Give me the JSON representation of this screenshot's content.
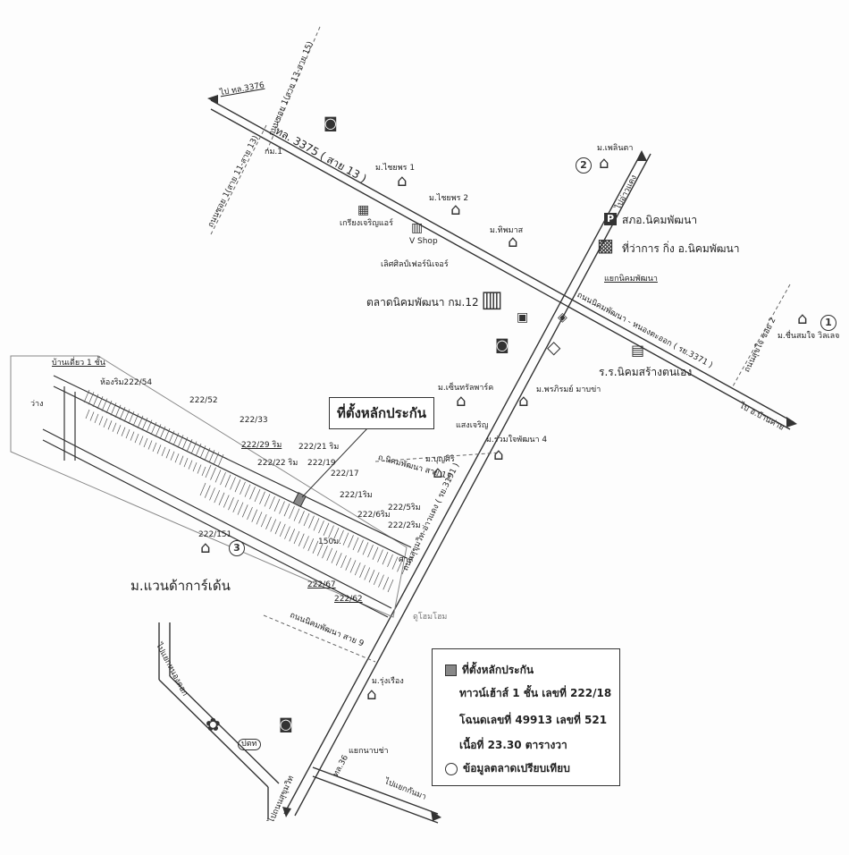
{
  "roads": {
    "hwy_3375": "ทล. 3375 ( สาย 13 )",
    "to_3376": "ไป ทล.3376",
    "km1": "กม.1",
    "soi_13_15": "ถนนซอย 1(สาย 13-สาย 15)",
    "soi_11_13": "ถนนซอย 1(สาย 11-สาย 13)",
    "to_ao_kaeng": "ไปอ่าวแดง",
    "junction": "แยกนิคมพัฒนา",
    "nikom_nongtaot": "ถนนนิคมพัฒนา - หนองตะออก ( รย.3371 )",
    "sukjai_soi2": "ถนนสุขใจ ซอย 2",
    "to_ban_khai": "ไป อ.บ้านค่าย",
    "main_road": "ถนนสุขุมวิท-อ่าวแดง ( รย.3191 )",
    "nikom_soi11": "ถ.นิคมพัฒนา สาย 11",
    "nikom_line9": "ถนนนิคมพัฒนา สาย 9",
    "to_nongkok": "ไปแยกหนองคอก",
    "junction_nabchak": "แยกนาบช่า",
    "sukhumvit": "ไปถนนสุขุมวิท",
    "hwy_36": "ทล.36",
    "to_kan_ma": "ไปแยกกันมา"
  },
  "places": {
    "m_plernta": "ม.เพลินตา",
    "m_chaiyaporn1": "ม.ไชยพร 1",
    "m_chaiyaporn2": "ม.ไชยพร 2",
    "m_tippamas": "ม.ทิพมาส",
    "kriangchai": "เกรียงเจริญแอร์",
    "vshop": "V Shop",
    "furniture": "เลิศศิลป์เฟอร์นิเจอร์",
    "police": "สภอ.นิคมพัฒนา",
    "district_office": "ที่ว่าการ กิ่ง อ.นิคมพัฒนา",
    "market": "ตลาดนิคมพัฒนา กม.12",
    "m_chuensamjai": "ม.ชื่นสมใจ วิลเลจ",
    "school": "ร.ร.นิคมสร้างตนเอง",
    "m_central_park": "ม.เซ็นทรัลพาร์ค",
    "m_prapirom": "ม.พรภิรมย์ มาบข่า",
    "saengcharoen": "แสงเจริญ",
    "m_ruamjai4": "ม.ร่วมใจพัฒนา 4",
    "m_boonsiri": "ม.บุญศิริ",
    "m_garden": "ม.แวนด้าการ์เด้น",
    "m_rungruang": "ม.รุ่งเรือง",
    "ptt": "ปตท",
    "shell": "Shell",
    "dookong": "ดูโฮมโฮม"
  },
  "plots": {
    "house1": "บ้านเดี่ยว 1 ชั้น",
    "vacant": "ว่าง",
    "p54": "ห้องริม222/54",
    "p52": "222/52",
    "p33": "222/33",
    "p29": "222/29 ริม",
    "p21": "222/21 ริม",
    "p22": "222/22 ริม",
    "p19": "222/19",
    "p17": "222/17",
    "p1": "222/1ริม",
    "p6": "222/6ริม",
    "p5": "222/5ริม",
    "p2": "222/2ริม",
    "p151": "222/151",
    "p67": "222/67",
    "p62": "222/62",
    "dist150": "150ม.",
    "sala": "ศาล"
  },
  "markers": {
    "m1": "1",
    "m2": "2",
    "m3": "3",
    "p": "P"
  },
  "callout": "ที่ตั้งหลักประกัน",
  "legend": {
    "site": "ที่ตั้งหลักประกัน",
    "desc": "ทาวน์เฮ้าส์ 1 ชั้น เลขที่ 222/18",
    "deed": "โฉนดเลขที่ 49913 เลขที่ 521",
    "area": "เนื้อที่ 23.30 ตารางวา",
    "compare": "ข้อมูลตลาดเปรียบเทียบ"
  },
  "icons": {
    "house": "house-icon",
    "ptt": "ptt-station-icon",
    "shell": "shell-icon",
    "market": "market-building-icon",
    "office": "government-office-icon",
    "school": "school-icon",
    "temple": "temple-icon",
    "parking": "police-p-icon"
  }
}
